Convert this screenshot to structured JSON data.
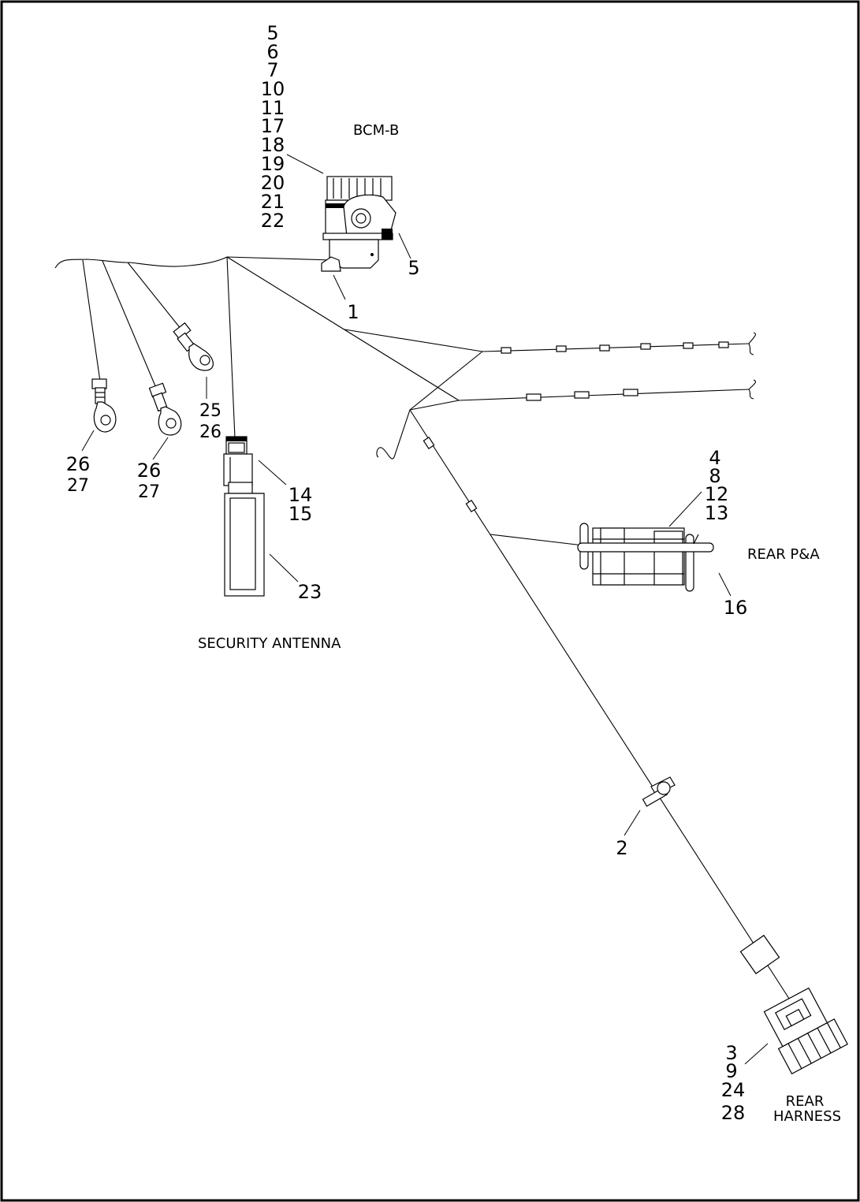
{
  "labels": {
    "bcm_b": "BCM-B",
    "rear_pa": "REAR P&A",
    "security_antenna": "SECURITY ANTENNA",
    "rear_harness_line1": "REAR",
    "rear_harness_line2": "HARNESS"
  },
  "callouts": {
    "bcm_stack": [
      "5",
      "6",
      "7",
      "10",
      "11",
      "17",
      "18",
      "19",
      "20",
      "21",
      "22"
    ],
    "bcm_right": "5",
    "bcm_bottom": "1",
    "ring_a": [
      "26",
      "27"
    ],
    "ring_b": [
      "26",
      "27"
    ],
    "ring_c": [
      "25",
      "26"
    ],
    "antenna_connector": [
      "14",
      "15"
    ],
    "antenna_body": "23",
    "rear_pa_stack": [
      "4",
      "8",
      "12",
      "13"
    ],
    "rear_pa_bottom": "16",
    "clip": "2",
    "rear_harness_stack": [
      "3",
      "9",
      "24",
      "28"
    ]
  }
}
